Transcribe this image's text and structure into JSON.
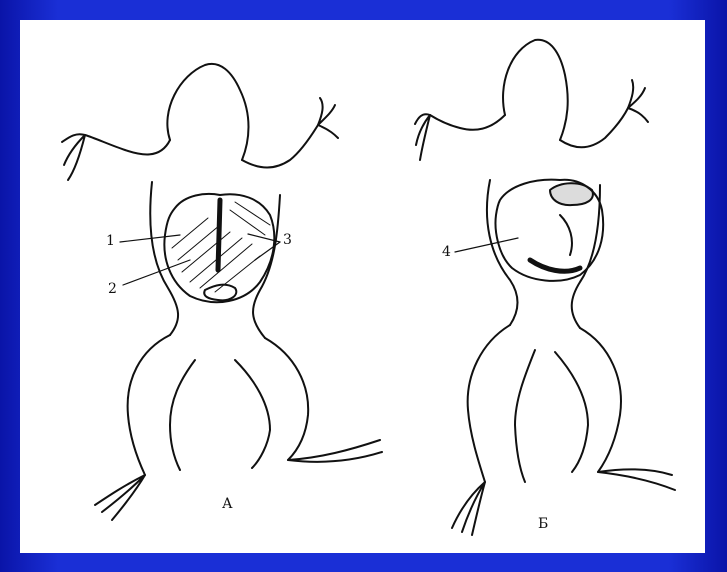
{
  "figure": {
    "panels": [
      {
        "id": "A",
        "caption": "А"
      },
      {
        "id": "B",
        "caption": "Б"
      }
    ],
    "callouts": {
      "label_1": "1",
      "label_2": "2",
      "label_3": "3",
      "label_4": "4"
    }
  },
  "colors": {
    "background": "#1a2fd6",
    "panel": "#ffffff",
    "ink": "#111111"
  }
}
